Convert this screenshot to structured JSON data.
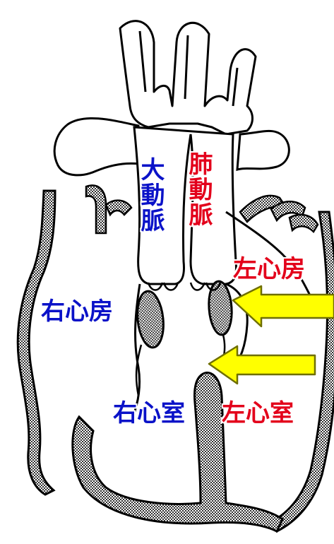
{
  "labels": {
    "aorta": "大動脈",
    "pulmonary_artery": "肺動脈",
    "left_atrium": "左心房",
    "right_atrium": "右心房",
    "right_ventricle": "右心室",
    "left_ventricle": "左心室"
  },
  "colors": {
    "right_side": "#0a12c8",
    "left_side": "#e3001b",
    "arrow_fill": "#ffff00",
    "arrow_stroke": "#7a7a00",
    "outline": "#000000",
    "tissue_fill": "#9a9a9a"
  },
  "arrows": {
    "count": 2,
    "direction": "left",
    "icon": "yellow-block-arrow-icon"
  }
}
